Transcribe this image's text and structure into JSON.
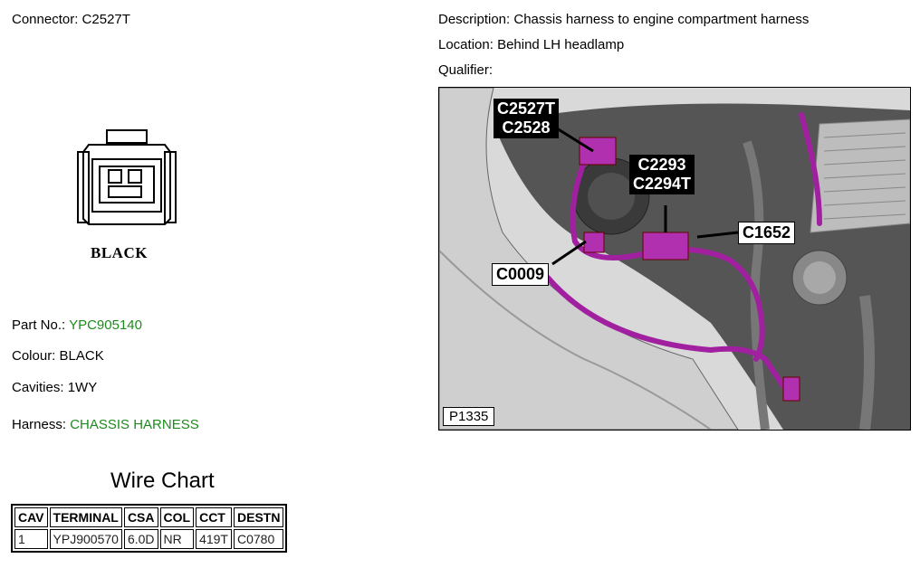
{
  "connector": {
    "label": "Connector:",
    "value": "C2527T"
  },
  "graphic_caption": "BLACK",
  "part_no": {
    "label": "Part No.:",
    "value": "YPC905140"
  },
  "colour": {
    "label": "Colour:",
    "value": "BLACK"
  },
  "cavities": {
    "label": "Cavities:",
    "value": "1WY"
  },
  "harness": {
    "label": "Harness:",
    "value": "CHASSIS HARNESS"
  },
  "description": {
    "label": "Description:",
    "value": "Chassis harness to engine compartment harness"
  },
  "location": {
    "label": "Location:",
    "value": "Behind LH headlamp"
  },
  "qualifier": {
    "label": "Qualifier:",
    "value": ""
  },
  "wire_chart": {
    "title": "Wire Chart",
    "headers": [
      "CAV",
      "TERMINAL",
      "CSA",
      "COL",
      "CCT",
      "DESTN"
    ],
    "rows": [
      [
        "1",
        "YPJ900570",
        "6.0D",
        "NR",
        "419T",
        "C0780"
      ]
    ]
  },
  "photo": {
    "ref": "P1335",
    "callouts": [
      {
        "lines": [
          "C2527T",
          "C2528"
        ]
      },
      {
        "lines": [
          "C2293",
          "C2294T"
        ]
      },
      {
        "lines": [
          "C1652"
        ]
      },
      {
        "lines": [
          "C0009"
        ]
      }
    ],
    "colors": {
      "harness": "#a020a0",
      "body": "#cfcfcf"
    }
  },
  "colors": {
    "value_green": "#1f8a1f"
  }
}
